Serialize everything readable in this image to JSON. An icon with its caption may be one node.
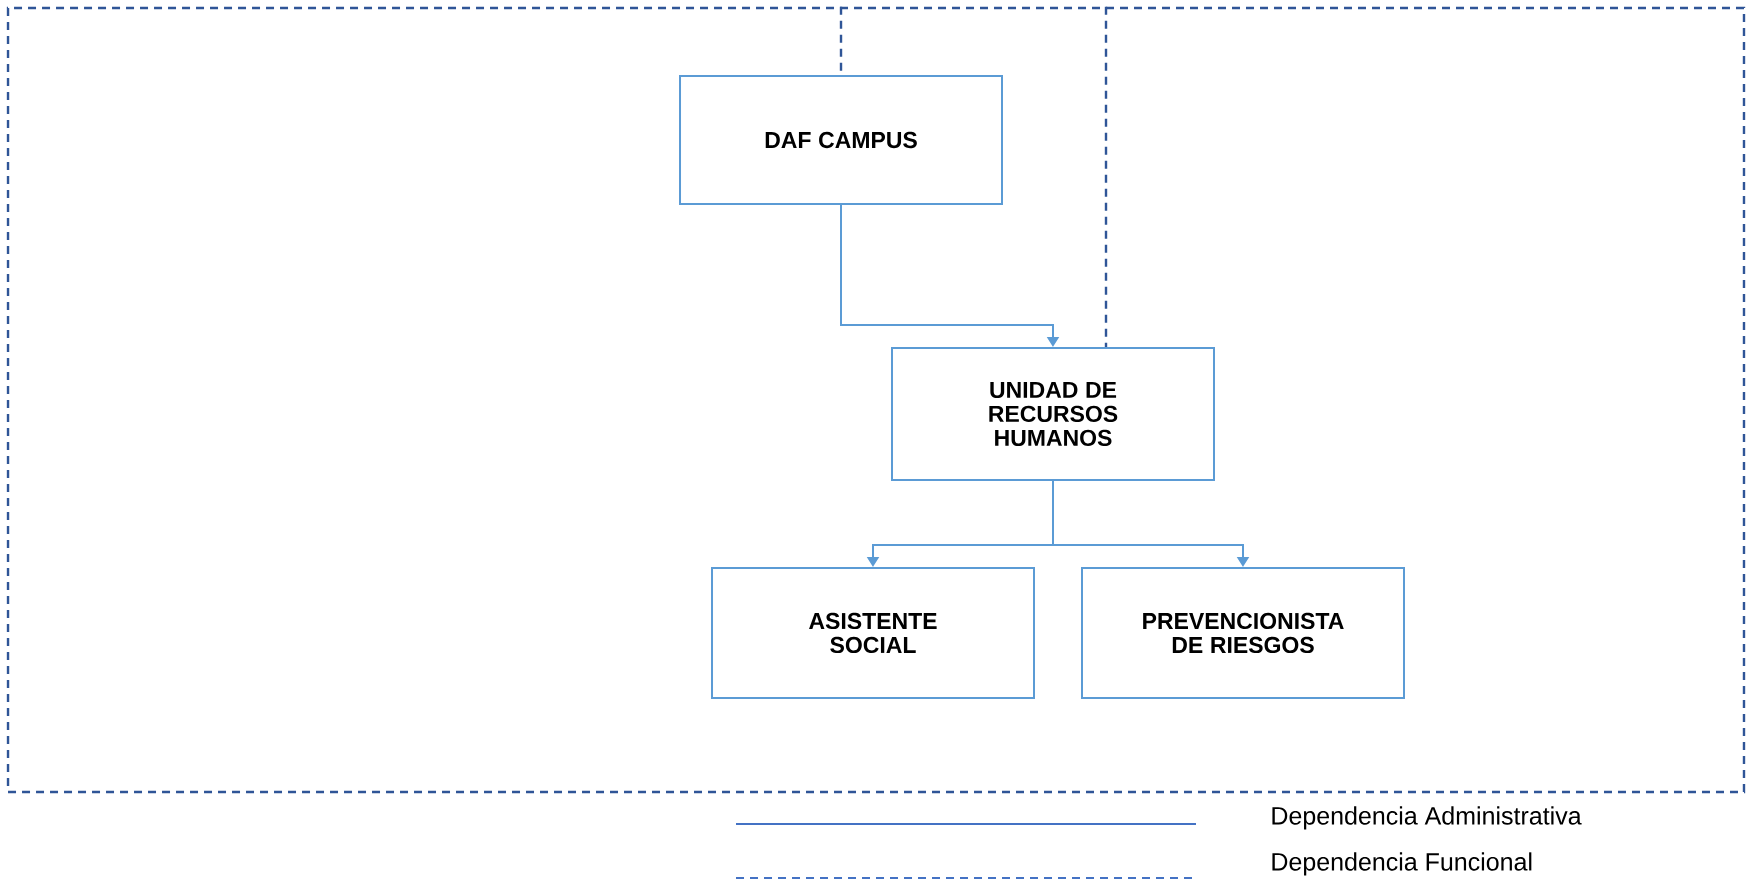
{
  "diagram": {
    "nodes": [
      {
        "text": [],
        "shape": "box"
      },
      {
        "text": [
          "DAF CAMPUS"
        ],
        "in": 0
      },
      {
        "text": [
          "UNIDAD DE RECURSOS HUMANOS"
        ],
        "in": 0
      },
      {
        "text": [
          "ASISTENTE SOCIAL"
        ],
        "in": 0
      },
      {
        "text": [
          "PREVENCIONISTA DE RIESGOS"
        ],
        "in": 0
      }
    ],
    "edges": [
      {
        "from": 0,
        "to": 1,
        "arrow": "none",
        "style": "dashed",
        "color": "#2f5597"
      },
      {
        "from": 0,
        "to": 2,
        "arrow": "none",
        "style": "dashed",
        "color": "#2f5597"
      },
      {
        "from": 1,
        "to": 2,
        "arrow": "to"
      },
      {
        "from": 2,
        "to": 3,
        "arrow": "to"
      },
      {
        "from": 2,
        "to": 4,
        "arrow": "to"
      }
    ],
    "legend": [
      {
        "text": "Dependencia Administrativa"
      },
      {
        "text": "Dependencia Funcional"
      }
    ]
  }
}
